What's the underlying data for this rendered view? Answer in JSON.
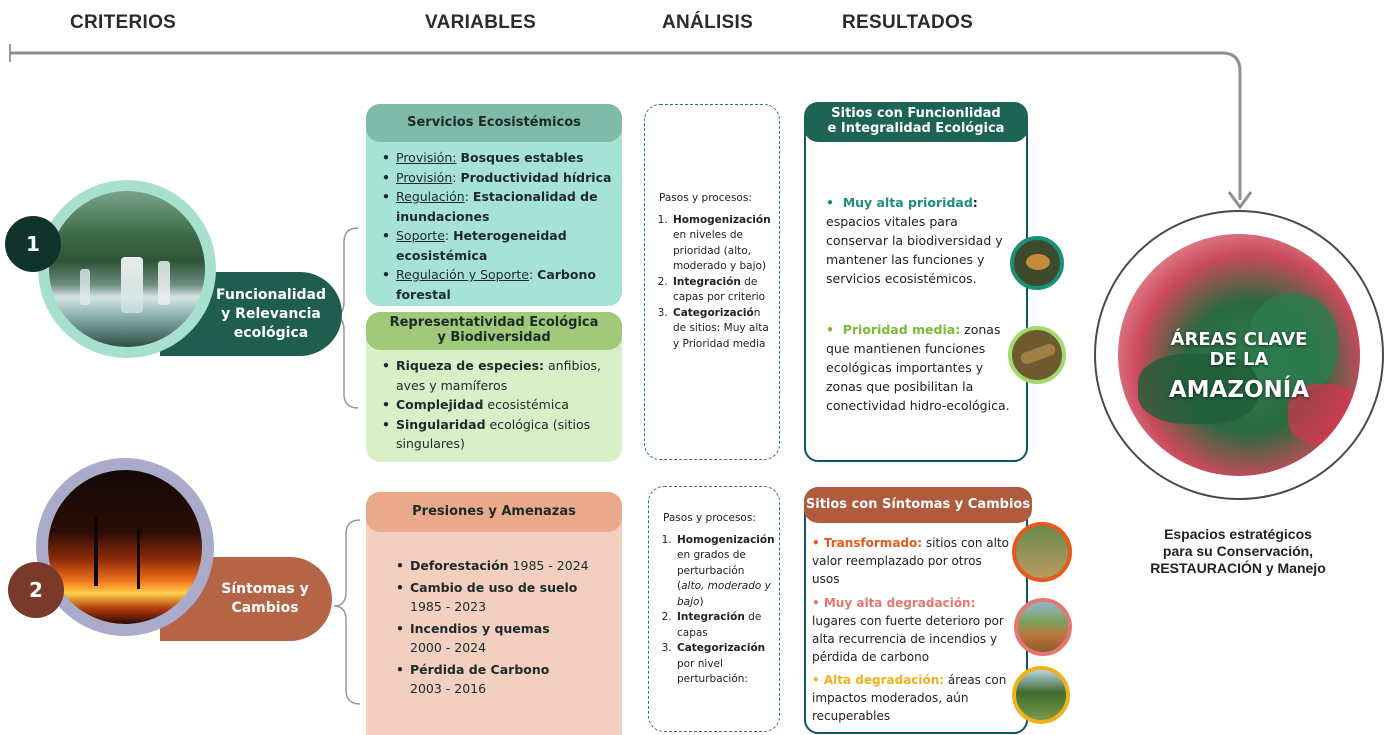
{
  "headers": {
    "criterios": "CRITERIOS",
    "variables": "VARIABLES",
    "analisis": "ANÁLISIS",
    "resultados": "RESULTADOS"
  },
  "criteria": [
    {
      "number": "1",
      "label_line1": "Funcionalidad",
      "label_line2": "y Relevancia",
      "label_line3": "ecológica"
    },
    {
      "number": "2",
      "label_line1": "Síntomas y",
      "label_line2": "Cambios"
    }
  ],
  "variables": {
    "servicios": {
      "title": "Servicios Ecosistémicos",
      "items": [
        {
          "prefix": "Provisión:",
          "value": "Bosques estables"
        },
        {
          "prefix": "Provisión",
          "sep": ": ",
          "value": "Productividad hídrica"
        },
        {
          "prefix": "Regulación",
          "sep": ": ",
          "value": "Estacionalidad de inundaciones"
        },
        {
          "prefix": "Soporte",
          "sep": ": ",
          "value": "Heterogeneidad ecosistémica"
        },
        {
          "prefix": "Regulación y Soporte",
          "sep": ": ",
          "value": "Carbono forestal"
        }
      ]
    },
    "representatividad": {
      "title_line1": "Representatividad Ecológica",
      "title_line2": "y Biodiversidad",
      "items": [
        {
          "bold": "Riqueza de especies:",
          "rest": " anfibios, aves y mamíferos"
        },
        {
          "bold": "Complejidad",
          "rest": " ecosistémica"
        },
        {
          "bold": "Singularidad",
          "rest": " ecológica (sitios singulares)"
        }
      ]
    },
    "presiones": {
      "title": "Presiones y Amenazas",
      "items": [
        {
          "bold": "Deforestación",
          "rest": " 1985 - 2024"
        },
        {
          "bold": "Cambio de uso de suelo",
          "years": "1985 - 2023"
        },
        {
          "bold": "Incendios y quemas",
          "years": "2000 - 2024"
        },
        {
          "bold": "Pérdida de Carbono",
          "years": "2003 - 2016"
        }
      ]
    }
  },
  "analisis": [
    {
      "heading": "Pasos y procesos:",
      "steps": [
        {
          "bold": "Homogenización",
          "rest": " en niveles de prioridad (alto, moderado y bajo)"
        },
        {
          "bold": "Integración",
          "rest": " de capas por criterio"
        },
        {
          "bold": "Categorizació",
          "rest": "n de sitios: Muy alta y Prioridad media"
        }
      ]
    },
    {
      "heading": "Pasos y procesos:",
      "steps": [
        {
          "bold": "Homogenización",
          "rest": " en grados de perturbación (",
          "italic": "alto, moderado y bajo",
          "rest2": ")"
        },
        {
          "bold": "Integración",
          "rest": " de capas"
        },
        {
          "bold": "Categorización",
          "rest": " por nivel perturbación:"
        }
      ]
    }
  ],
  "resultados": {
    "funcionalidad": {
      "title_line1": "Sitios con Funcionlidad",
      "title_line2": "e Integralidad Ecológica",
      "items": [
        {
          "bold": "Muy alta prioridad",
          "colon": ":",
          "rest": " espacios vitales para conservar la biodiversidad y mantener las funciones y servicios ecosistémicos."
        },
        {
          "bold": "Prioridad media:",
          "rest": " zonas que mantienen funciones ecológicas importantes y zonas que posibilitan la conectividad hidro-ecológica."
        }
      ]
    },
    "sintomas": {
      "title": "Sitios con Síntomas y Cambios",
      "items": [
        {
          "bold": "Transformado:",
          "rest": " sitios con alto valor reemplazado por otros usos"
        },
        {
          "bold": "Muy alta degradación:",
          "rest": " lugares con fuerte deterioro por alta recurrencia de incendios y pérdida de carbono"
        },
        {
          "bold": "Alta degradación:",
          "rest": " áreas con impactos moderados, aún recuperables"
        }
      ]
    }
  },
  "amazonia": {
    "line1": "ÁREAS CLAVE",
    "line2": "DE LA",
    "line3": "AMAZONÍA",
    "caption_line1": "Espacios estratégicos",
    "caption_line2": "para su Conservación,",
    "caption_line3": "RESTAURACIÓN y Manejo"
  },
  "colors": {
    "green_dark": "#1f5e4e",
    "teal_title": "#7fbba8",
    "teal_card": "#a6e3d6",
    "lime_title": "#a2c87a",
    "lime_card": "#d9efc7",
    "brown": "#7a3a2a",
    "rust": "#b56545",
    "peach_title": "#e9a98a",
    "peach_card": "#f3cfc0",
    "result_teal": "#1d6454",
    "result_rust": "#b05a3e",
    "teal_text": "#1c8f78",
    "lime_text": "#7cb934",
    "orange_text": "#e5591e",
    "salmon_text": "#e6776e",
    "yellow_text": "#f0b21c"
  },
  "icons": [
    "arrow-down-icon",
    "waterfall-photo",
    "fire-photo",
    "jaguar-photo",
    "river-photo",
    "deforestation-photo",
    "dirt-road-photo",
    "forest-edge-photo",
    "amazon-map"
  ]
}
